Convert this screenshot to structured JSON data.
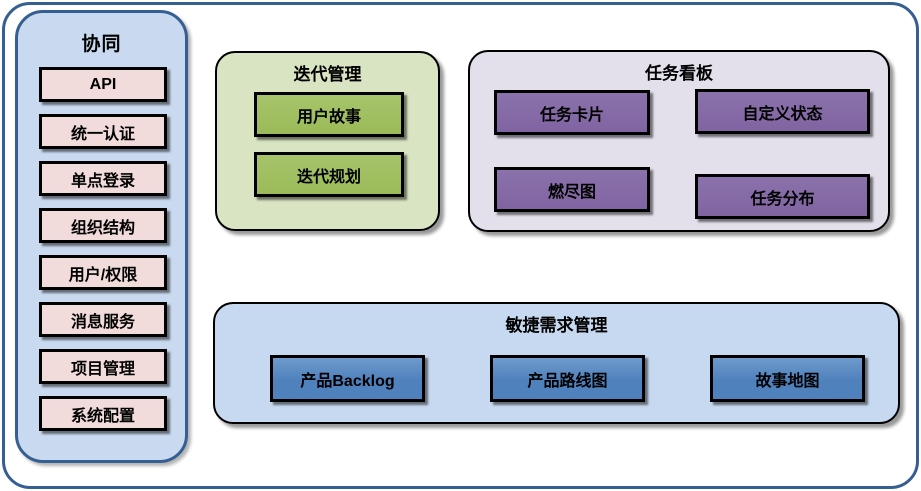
{
  "sidebar": {
    "title": "协同",
    "items": [
      {
        "id": "api",
        "label": "API"
      },
      {
        "id": "unified-auth",
        "label": "统一认证"
      },
      {
        "id": "sso",
        "label": "单点登录"
      },
      {
        "id": "org-structure",
        "label": "组织结构"
      },
      {
        "id": "user-permission",
        "label": "用户/权限"
      },
      {
        "id": "message-service",
        "label": "消息服务"
      },
      {
        "id": "project-management",
        "label": "项目管理"
      },
      {
        "id": "system-config",
        "label": "系统配置"
      }
    ]
  },
  "iteration": {
    "title": "迭代管理",
    "items": [
      {
        "id": "user-story",
        "label": "用户故事"
      },
      {
        "id": "iteration-planning",
        "label": "迭代规划"
      }
    ]
  },
  "kanban": {
    "title": "任务看板",
    "items": [
      {
        "id": "task-card",
        "label": "任务卡片"
      },
      {
        "id": "custom-status",
        "label": "自定义状态"
      },
      {
        "id": "burndown-chart",
        "label": "燃尽图"
      },
      {
        "id": "task-distribution",
        "label": "任务分布"
      }
    ]
  },
  "agile": {
    "title": "敏捷需求管理",
    "items": [
      {
        "id": "product-backlog",
        "label": "产品Backlog"
      },
      {
        "id": "product-roadmap",
        "label": "产品路线图"
      },
      {
        "id": "story-map",
        "label": "故事地图"
      }
    ]
  },
  "colors": {
    "frame_border": "#365F91",
    "sidebar_fill": "#C9D9F0",
    "sidebar_item_fill": "#F2DCDB",
    "iteration_fill": "#D9E4C2",
    "iteration_item_fill": "#9BBB59",
    "kanban_fill": "#E3DFEB",
    "kanban_item_fill": "#8064A2",
    "agile_fill": "#C7D9F0",
    "agile_item_fill": "#4F81BD",
    "box_border": "#000000",
    "text": "#000000"
  }
}
